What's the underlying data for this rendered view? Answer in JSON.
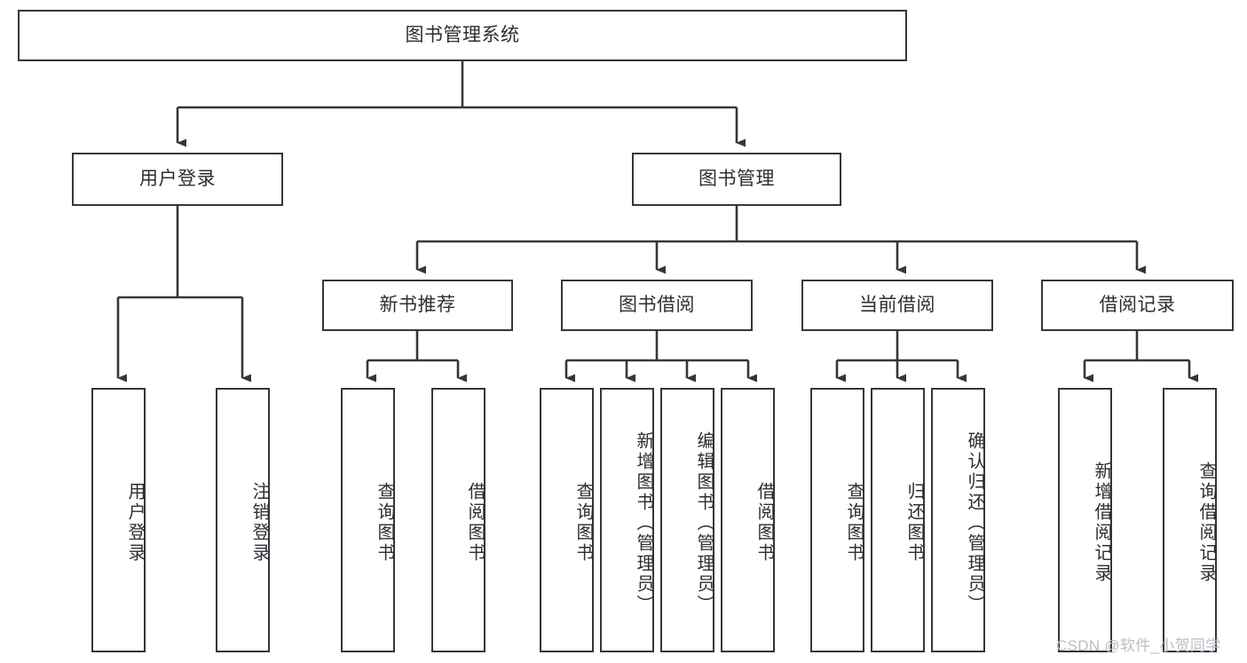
{
  "diagram": {
    "title": "图书管理系统",
    "type": "hierarchy-tree",
    "watermark": "CSDN @软件_小贺同学",
    "colors": {
      "stroke": "#32373b",
      "fill": "#ffffff",
      "text": "#2b2f33",
      "watermark": "#b9bec4"
    },
    "root": {
      "label": "图书管理系统"
    },
    "level1": [
      {
        "label": "用户登录"
      },
      {
        "label": "图书管理"
      }
    ],
    "level2": [
      {
        "label": "新书推荐"
      },
      {
        "label": "图书借阅"
      },
      {
        "label": "当前借阅"
      },
      {
        "label": "借阅记录"
      }
    ],
    "leaves": {
      "user_login": [
        {
          "label": "用户登录"
        },
        {
          "label": "注销登录"
        }
      ],
      "new_book_recommend": [
        {
          "label": "查询图书"
        },
        {
          "label": "借阅图书"
        }
      ],
      "book_borrow": [
        {
          "label": "查询图书"
        },
        {
          "label": "新增图书（管理员）"
        },
        {
          "label": "编辑图书（管理员）"
        },
        {
          "label": "借阅图书"
        }
      ],
      "current_borrow": [
        {
          "label": "查询图书"
        },
        {
          "label": "归还图书"
        },
        {
          "label": "确认归还（管理员）"
        }
      ],
      "borrow_record": [
        {
          "label": "新增借阅记录"
        },
        {
          "label": "查询借阅记录"
        }
      ]
    }
  }
}
